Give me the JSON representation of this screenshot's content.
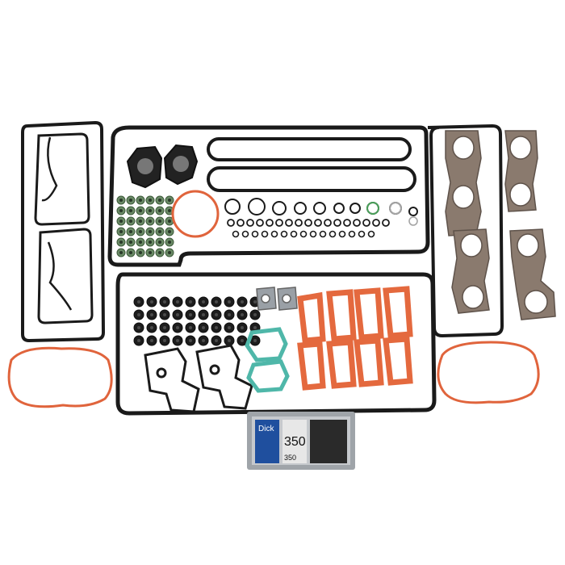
{
  "colors": {
    "background": "#ffffff",
    "rubber": "#1a1a1a",
    "silicone_orange": "#e0643c",
    "intake_orange": "#e4693e",
    "exhaust_metal": "#8a7a6e",
    "seal_green": "#6a8a66",
    "teal": "#4fb7a9",
    "tube_silver": "#b5b8bc",
    "package_blue": "#1f4f9e"
  },
  "product_package": {
    "brand_label": "Dick",
    "code_label": "350",
    "code_label_small": "350"
  }
}
